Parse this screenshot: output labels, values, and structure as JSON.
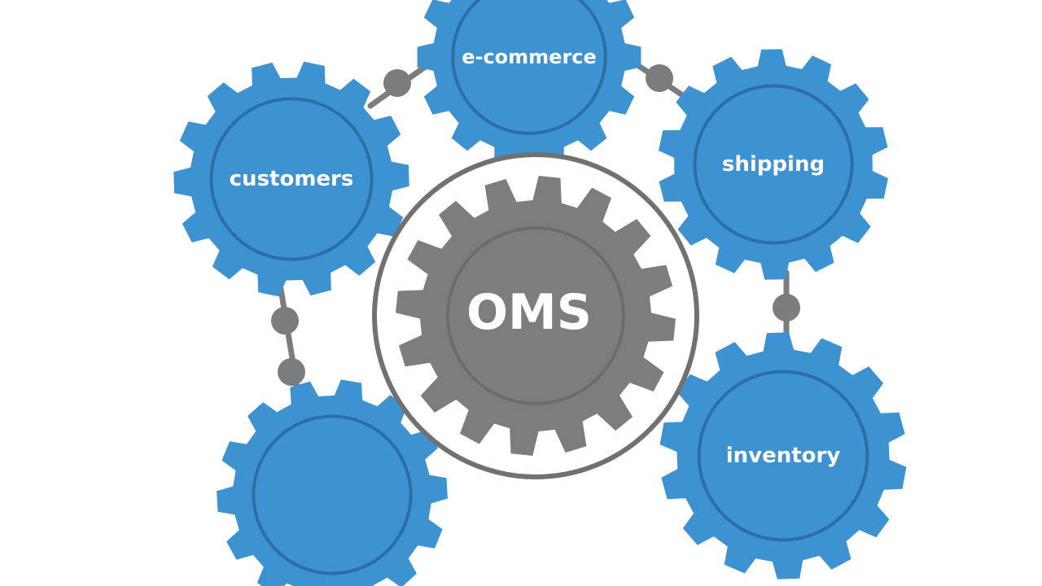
{
  "center_node": {
    "label": "OMS",
    "gear_color": "#7b7d7f",
    "ring_color": "#6f7173",
    "icon": "gear-icon"
  },
  "nodes": [
    {
      "id": "e-commerce",
      "label": "e-commerce"
    },
    {
      "id": "shipping",
      "label": "shipping"
    },
    {
      "id": "customers",
      "label": "customers"
    },
    {
      "id": "inventory",
      "label": "inventory"
    },
    {
      "id": "unlabeled",
      "label": ""
    }
  ],
  "colors": {
    "node_fill": "#3d93d1",
    "node_ring": "#2b6fa4",
    "connector": "#7a7c7e",
    "background": "#ffffff"
  }
}
